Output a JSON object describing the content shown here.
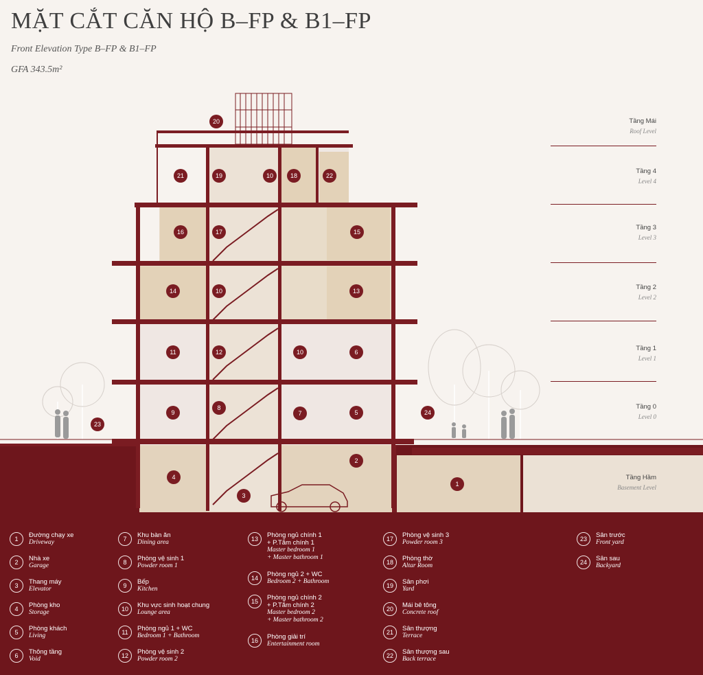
{
  "header": {
    "title": "MẶT CẮT CĂN HỘ B–FP & B1–FP",
    "subtitle": "Front Elevation Type B–FP & B1–FP",
    "gfa": "GFA 343.5m²"
  },
  "colors": {
    "accent": "#7a1c22",
    "room": "#e5d6c2",
    "room_light": "#efe8e4",
    "background": "#f7f3ef"
  },
  "levels": [
    {
      "vn": "Tầng Mái",
      "en": "Roof Level"
    },
    {
      "vn": "Tầng 4",
      "en": "Level 4"
    },
    {
      "vn": "Tầng 3",
      "en": "Level 3"
    },
    {
      "vn": "Tầng 2",
      "en": "Level 2"
    },
    {
      "vn": "Tầng 1",
      "en": "Level 1"
    },
    {
      "vn": "Tầng 0",
      "en": "Level 0"
    },
    {
      "vn": "Tầng Hầm",
      "en": "Basement Level"
    }
  ],
  "markers": [
    "20",
    "21",
    "19",
    "10",
    "18",
    "22",
    "16",
    "17",
    "15",
    "14",
    "10",
    "13",
    "11",
    "12",
    "10",
    "6",
    "9",
    "8",
    "7",
    "5",
    "23",
    "24",
    "4",
    "2",
    "3",
    "1"
  ],
  "legend": [
    {
      "num": "1",
      "vn": "Đường chạy xe",
      "en": "Driveway"
    },
    {
      "num": "2",
      "vn": "Nhà xe",
      "en": "Garage"
    },
    {
      "num": "3",
      "vn": "Thang máy",
      "en": "Elevator"
    },
    {
      "num": "4",
      "vn": "Phòng kho",
      "en": "Storage"
    },
    {
      "num": "5",
      "vn": "Phòng khách",
      "en": "Living"
    },
    {
      "num": "6",
      "vn": "Thông tầng",
      "en": "Void"
    },
    {
      "num": "7",
      "vn": "Khu bàn ăn",
      "en": "Dining area"
    },
    {
      "num": "8",
      "vn": "Phòng vệ sinh 1",
      "en": "Powder room 1"
    },
    {
      "num": "9",
      "vn": "Bếp",
      "en": "Kitchen"
    },
    {
      "num": "10",
      "vn": "Khu vực sinh hoạt chung",
      "en": "Lounge area"
    },
    {
      "num": "11",
      "vn": "Phòng ngủ 1 + WC",
      "en": "Bedroom 1 + Bathroom"
    },
    {
      "num": "12",
      "vn": "Phòng vệ sinh 2",
      "en": "Powder room 2"
    },
    {
      "num": "13",
      "vn": "Phòng ngủ chính 1\n+ P.Tắm chính 1",
      "en": "Master bedroom 1\n+ Master bathroom 1"
    },
    {
      "num": "14",
      "vn": "Phòng ngủ 2 + WC",
      "en": "Bedroom 2 + Bathroom"
    },
    {
      "num": "15",
      "vn": "Phòng ngủ chính 2\n+ P.Tắm chính 2",
      "en": "Master bedroom 2\n+ Master bathroom 2"
    },
    {
      "num": "16",
      "vn": "Phòng giải trí",
      "en": "Entertainment room"
    },
    {
      "num": "17",
      "vn": "Phòng vệ sinh 3",
      "en": "Powder room 3"
    },
    {
      "num": "18",
      "vn": "Phòng thờ",
      "en": "Altar Room"
    },
    {
      "num": "19",
      "vn": "Sân phơi",
      "en": "Yard"
    },
    {
      "num": "20",
      "vn": "Mái bê tông",
      "en": "Concrete roof"
    },
    {
      "num": "21",
      "vn": "Sân thượng",
      "en": "Terrace"
    },
    {
      "num": "22",
      "vn": "Sân thượng sau",
      "en": "Back terrace"
    },
    {
      "num": "23",
      "vn": "Sân trước",
      "en": "Front yard"
    },
    {
      "num": "24",
      "vn": "Sân sau",
      "en": "Backyard"
    }
  ]
}
